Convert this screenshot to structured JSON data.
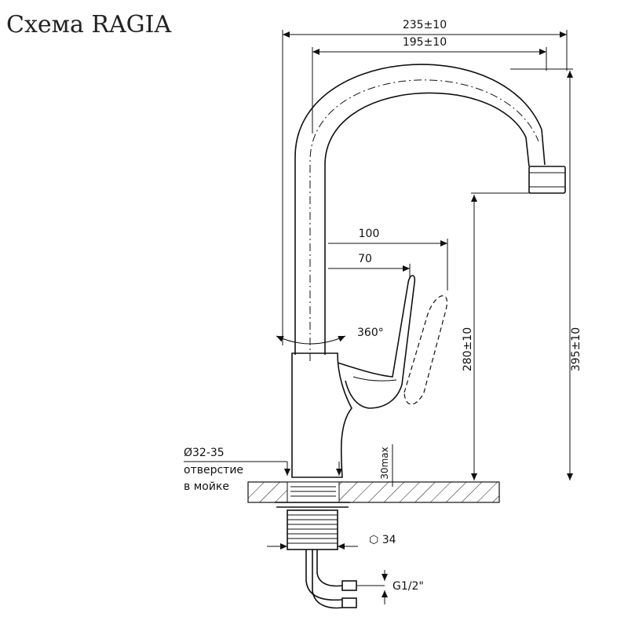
{
  "title": "Схема RAGIA",
  "dimensions": {
    "outer_reach": "235±10",
    "inner_reach": "195±10",
    "handle_outer": "100",
    "handle_inner": "70",
    "rotation": "360°",
    "spout_height": "280±10",
    "total_height": "395±10",
    "counter_thickness": "30max",
    "nut_size": "34",
    "connection": "G1/2\""
  },
  "hole_note": {
    "line1": "Ø32-35",
    "line2": "отверстие",
    "line3": "в мойке"
  },
  "colors": {
    "line": "#111111",
    "hatch": "#111111",
    "background": "#ffffff"
  }
}
